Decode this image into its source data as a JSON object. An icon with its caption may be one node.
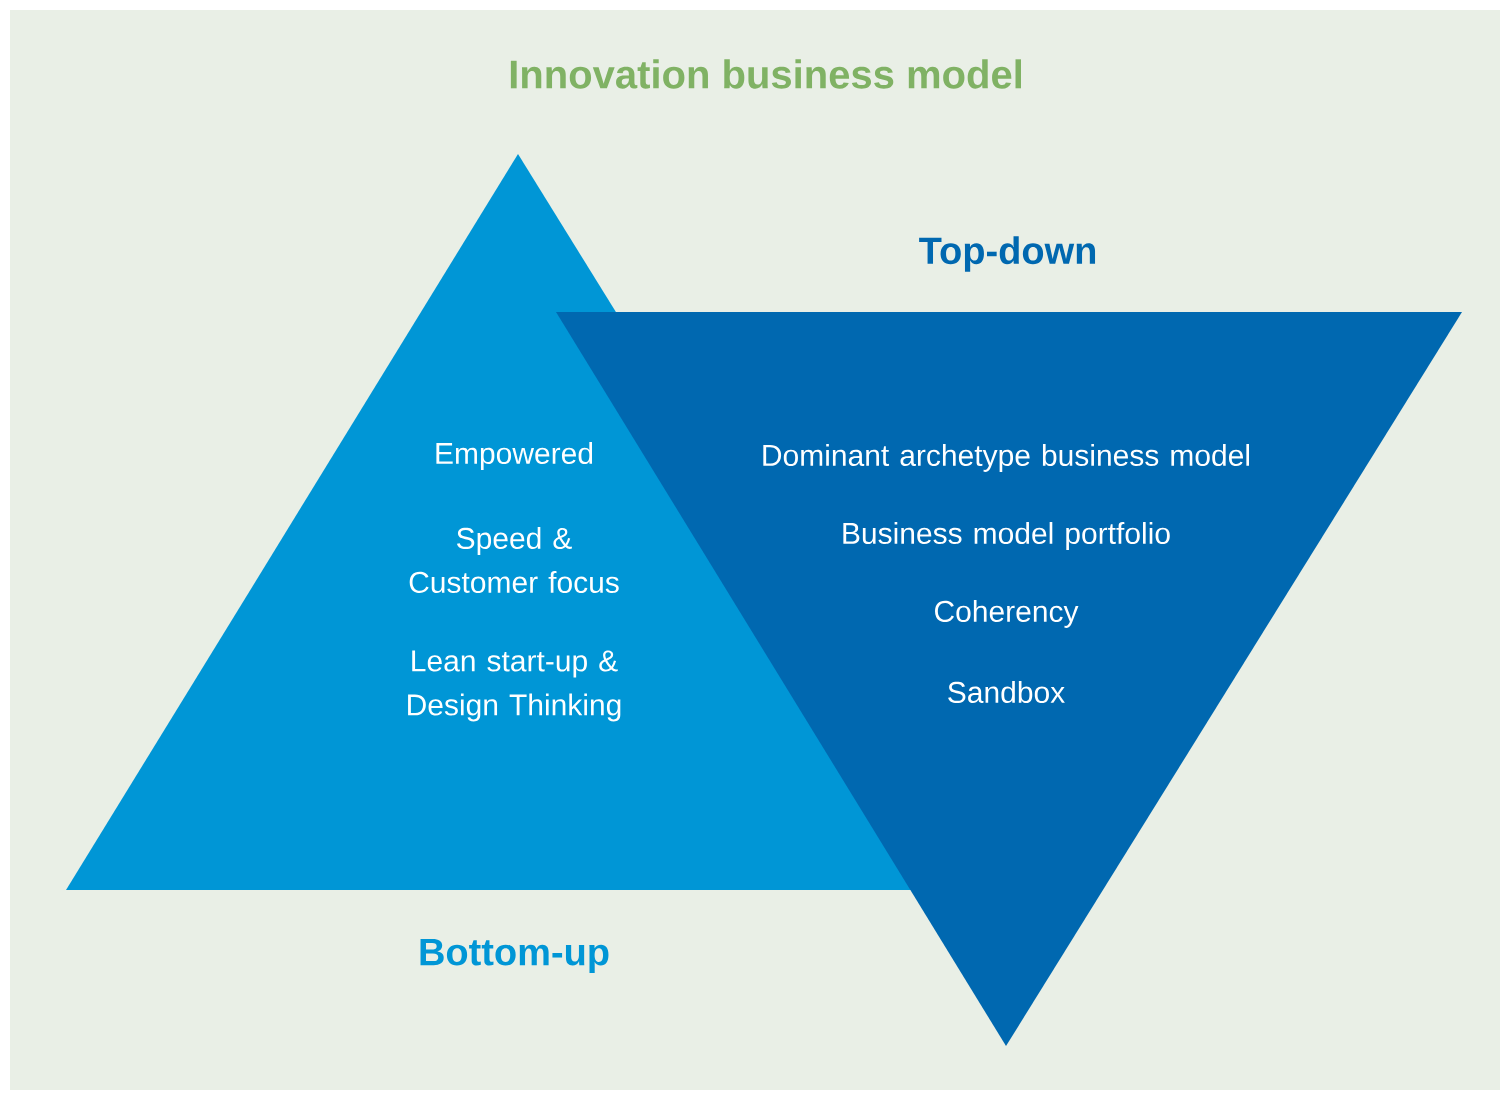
{
  "diagram": {
    "title": "Innovation business model",
    "nodes": [
      {
        "text": [
          "Empowered",
          "Speed & Customer focus",
          "Lean start-up & Design Thinking",
          "Bottom-up"
        ]
      },
      {
        "text": [
          "Top-down",
          "Dominant archetype business model",
          "Business model portfolio",
          "Coherency",
          "Sandbox"
        ]
      }
    ],
    "edges": []
  }
}
